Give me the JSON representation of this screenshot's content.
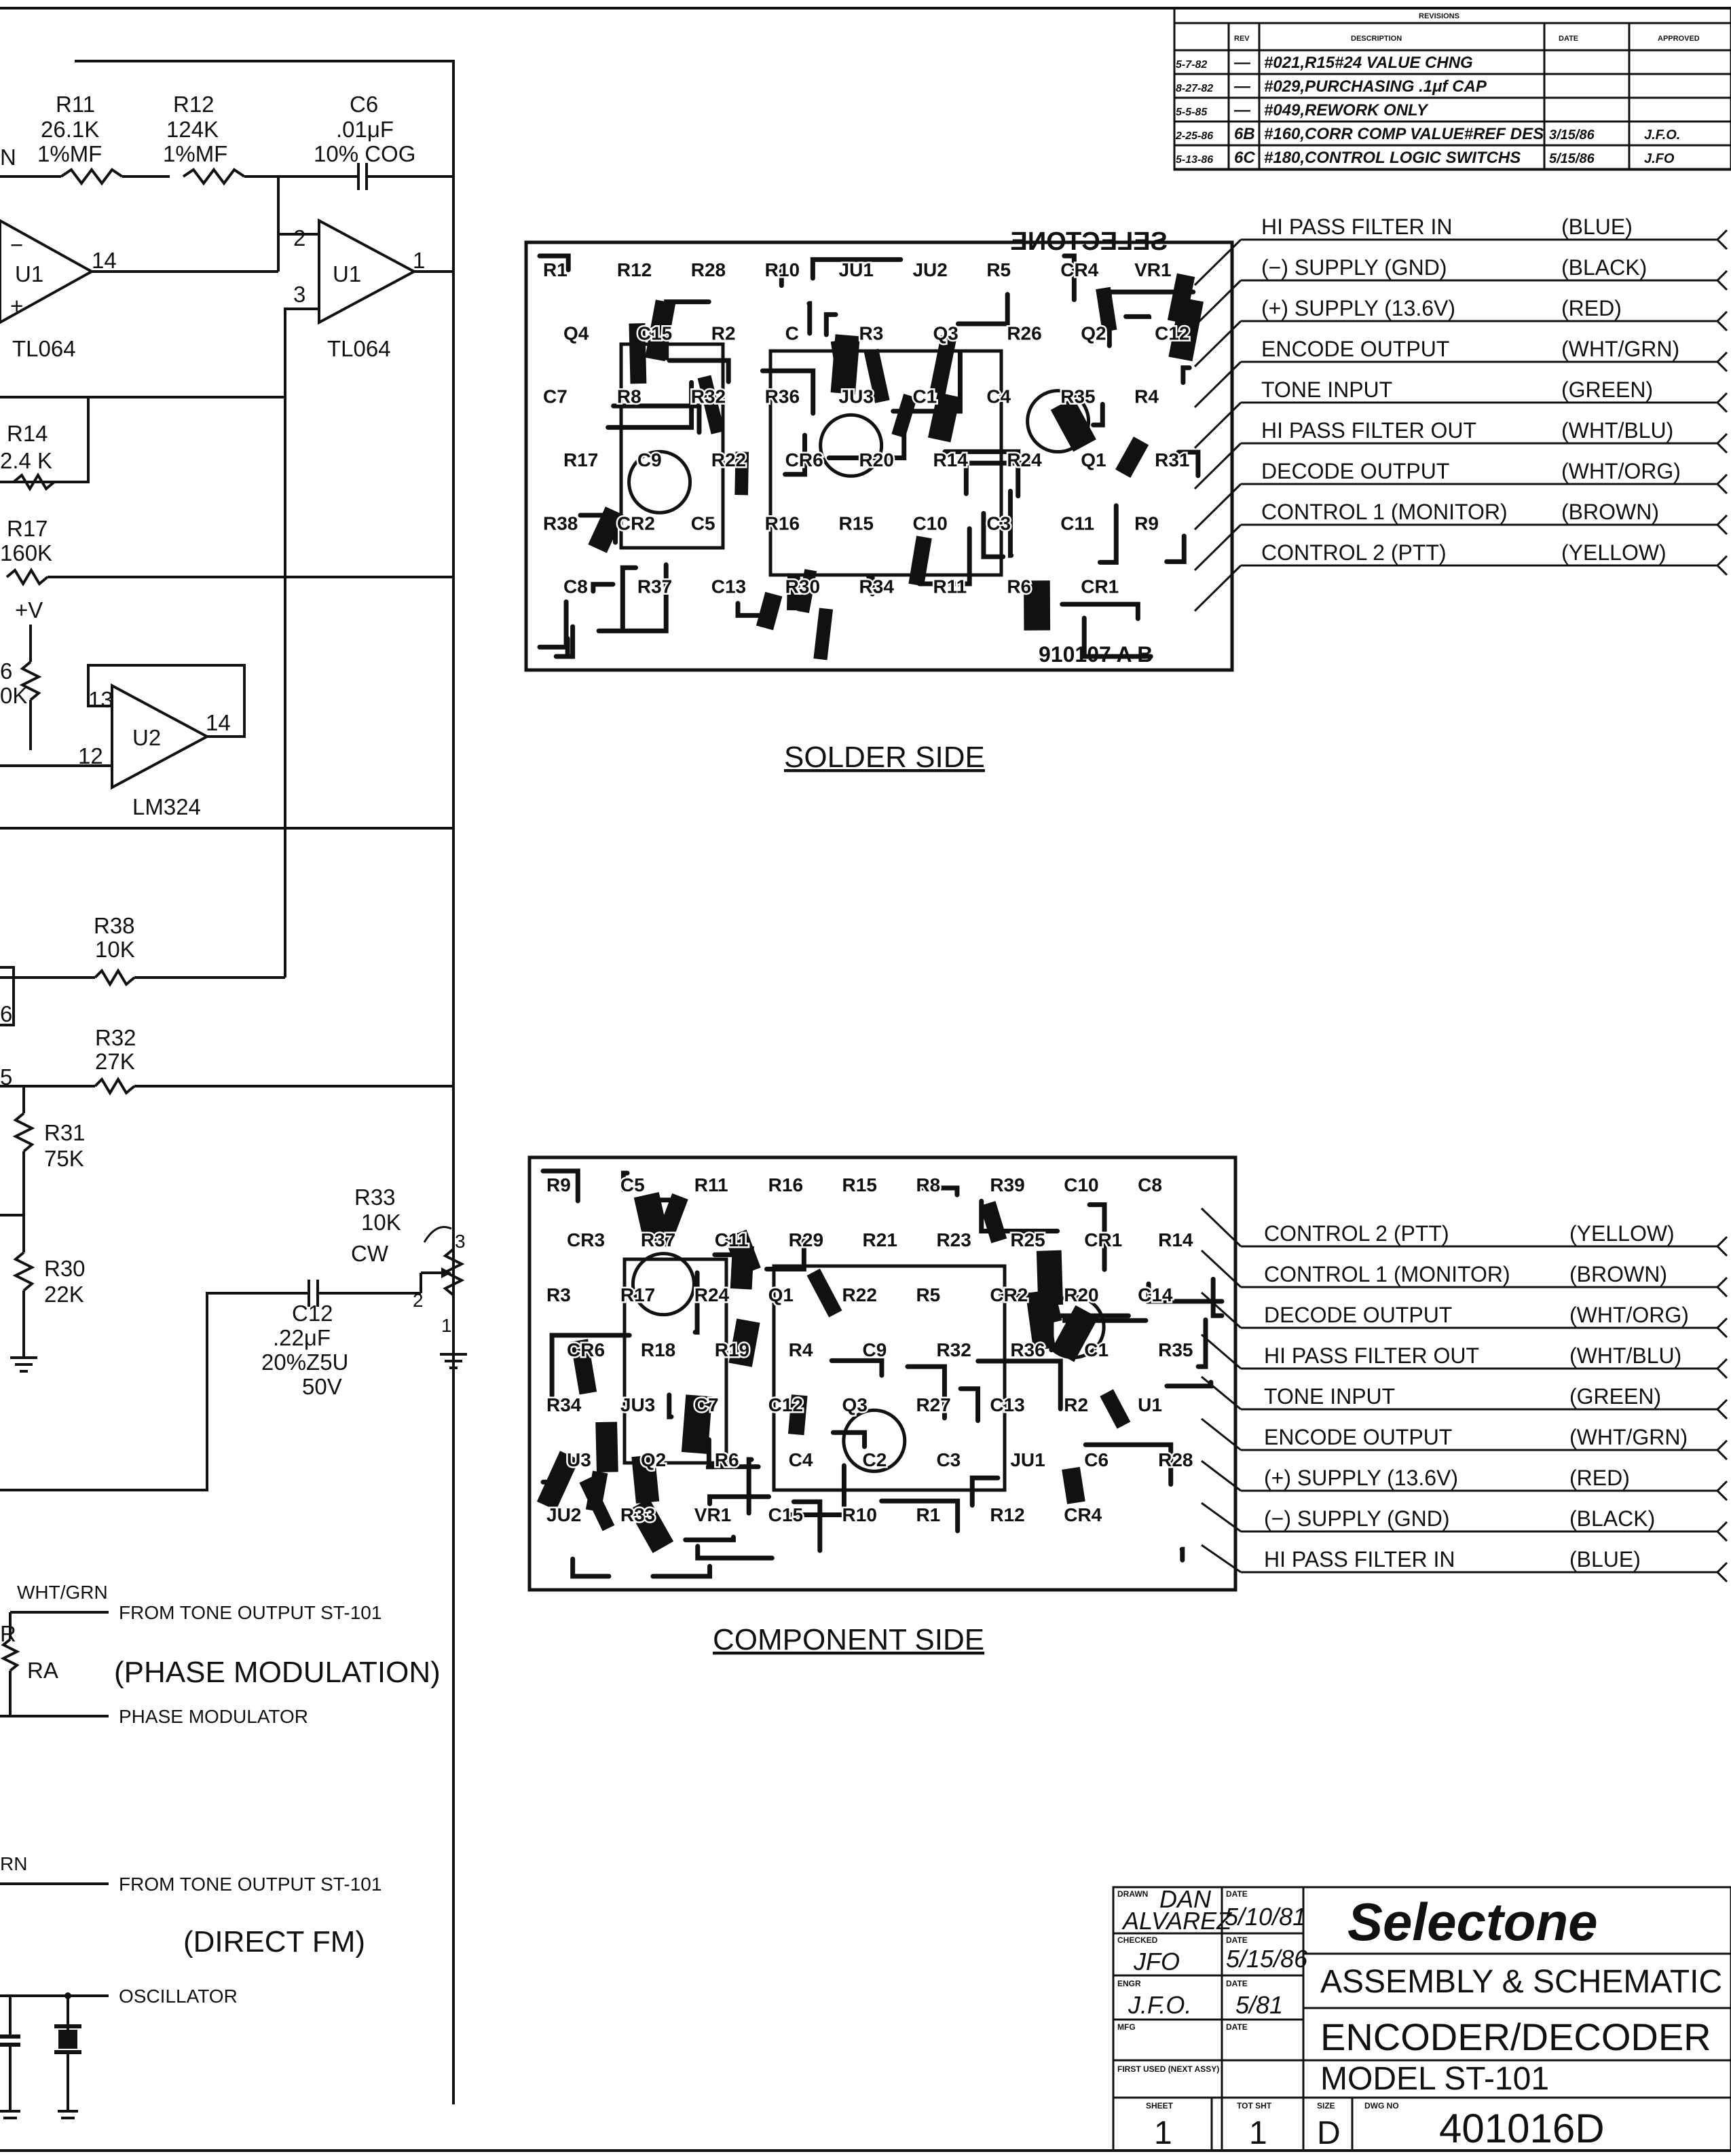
{
  "schematic": {
    "components": {
      "r11": {
        "ref": "R11",
        "value": "26.1K",
        "note": "1%MF"
      },
      "r12": {
        "ref": "R12",
        "value": "124K",
        "note": "1%MF"
      },
      "c6": {
        "ref": "C6",
        "value": ".01μF",
        "note": "10% COG"
      },
      "u1a": {
        "ref": "U1",
        "part": "TL064",
        "pin_out": "14",
        "pin_minus": "−",
        "pin_plus": "+"
      },
      "u1b": {
        "ref": "U1",
        "part": "TL064",
        "pin_out": "1",
        "pin_minus": "2",
        "pin_plus": "3"
      },
      "r14": {
        "ref": "R14",
        "value": "2.4 K"
      },
      "r17": {
        "ref": "R17",
        "value": "160K"
      },
      "supply": "+V",
      "r16_frag": {
        "ref": "6",
        "value": "0K"
      },
      "u2": {
        "ref": "U2",
        "part": "LM324",
        "pin_minus": "13",
        "pin_plus": "12",
        "pin_out": "14"
      },
      "r38": {
        "ref": "R38",
        "value": "10K"
      },
      "r32": {
        "ref": "R32",
        "value": "27K"
      },
      "r31": {
        "ref": "R31",
        "value": "75K"
      },
      "r30": {
        "ref": "R30",
        "value": "22K"
      },
      "r33": {
        "ref": "R33",
        "value": "10K",
        "cw": "CW",
        "pin1": "1",
        "pin2": "2",
        "pin3": "3"
      },
      "c12": {
        "ref": "C12",
        "value": ".22μF",
        "tol": "20%Z5U",
        "volt": "50V"
      },
      "frag_6": "6",
      "frag_5": "5",
      "frag_n": "N"
    },
    "phase_mod": {
      "wire": "WHT/GRN",
      "from": "FROM TONE OUTPUT ST-101",
      "resistor": "RA",
      "title": "(PHASE MODULATION)",
      "to": "PHASE MODULATOR",
      "frag": "R"
    },
    "direct_fm": {
      "wire": "RN",
      "from": "FROM TONE OUTPUT ST-101",
      "title": "(DIRECT FM)",
      "to": "OSCILLATOR"
    }
  },
  "revisions": {
    "title": "REVISIONS",
    "headers": [
      "",
      "REV",
      "DESCRIPTION",
      "DATE",
      "APPROVED"
    ],
    "rows": [
      {
        "date": "5-7-82",
        "rev": "—",
        "desc": "#021,R15#24 VALUE CHNG",
        "approved_date": "",
        "by": ""
      },
      {
        "date": "8-27-82",
        "rev": "—",
        "desc": "#029,PURCHASING .1μf CAP",
        "approved_date": "",
        "by": ""
      },
      {
        "date": "5-5-85",
        "rev": "—",
        "desc": "#049,REWORK ONLY",
        "approved_date": "",
        "by": ""
      },
      {
        "date": "2-25-86",
        "rev": "6B",
        "desc": "#160,CORR COMP VALUE#REF DES",
        "approved_date": "3/15/86",
        "by": "J.F.O."
      },
      {
        "date": "5-13-86",
        "rev": "6C",
        "desc": "#180,CONTROL LOGIC SWITCHS",
        "approved_date": "5/15/86",
        "by": "J.FO"
      }
    ]
  },
  "solder_side": {
    "heading": "SOLDER SIDE",
    "board_text": "SELECTONE",
    "board_pn": "910107 A B",
    "part_labels": [
      "R1",
      "R12",
      "R28",
      "R10",
      "JU1",
      "JU2",
      "R5",
      "CR4",
      "VR1",
      "Q4",
      "C15",
      "R2",
      "C",
      "R3",
      "Q3",
      "R26",
      "Q2",
      "C12",
      "C7",
      "R8",
      "R32",
      "R36",
      "JU3",
      "C1",
      "C4",
      "R35",
      "R4",
      "R17",
      "C9",
      "R22",
      "CR6",
      "R20",
      "R14",
      "R24",
      "Q1",
      "R31",
      "R38",
      "CR2",
      "C5",
      "R16",
      "R15",
      "C10",
      "C3",
      "C11",
      "R9",
      "C8",
      "R37",
      "C13",
      "R30",
      "R34",
      "R11",
      "R6",
      "CR1"
    ],
    "wires": [
      {
        "signal": "HI PASS FILTER IN",
        "color": "(BLUE)"
      },
      {
        "signal": "(−) SUPPLY (GND)",
        "color": "(BLACK)"
      },
      {
        "signal": "(+) SUPPLY (13.6V)",
        "color": "(RED)"
      },
      {
        "signal": "ENCODE OUTPUT",
        "color": "(WHT/GRN)"
      },
      {
        "signal": "TONE INPUT",
        "color": "(GREEN)"
      },
      {
        "signal": "HI PASS FILTER OUT",
        "color": "(WHT/BLU)"
      },
      {
        "signal": "DECODE OUTPUT",
        "color": "(WHT/ORG)"
      },
      {
        "signal": "CONTROL 1 (MONITOR)",
        "color": "(BROWN)"
      },
      {
        "signal": "CONTROL 2 (PTT)",
        "color": "(YELLOW)"
      }
    ]
  },
  "component_side": {
    "heading": "COMPONENT SIDE",
    "part_labels": [
      "R9",
      "C5",
      "R11",
      "R16",
      "R15",
      "R8",
      "R39",
      "C10",
      "C8",
      "CR3",
      "R37",
      "C11",
      "R29",
      "R21",
      "R23",
      "R25",
      "CR1",
      "R14",
      "R3",
      "R17",
      "R24",
      "Q1",
      "R22",
      "R5",
      "CR2",
      "R20",
      "C14",
      "CR6",
      "R18",
      "R19",
      "R4",
      "C9",
      "R32",
      "R36",
      "C1",
      "R35",
      "R34",
      "JU3",
      "C7",
      "C12",
      "Q3",
      "R27",
      "C13",
      "R2",
      "U1",
      "U3",
      "Q2",
      "R6",
      "C4",
      "C2",
      "C3",
      "JU1",
      "C6",
      "R28",
      "JU2",
      "R33",
      "VR1",
      "C15",
      "R10",
      "R1",
      "R12",
      "CR4"
    ],
    "wires": [
      {
        "signal": "CONTROL 2 (PTT)",
        "color": "(YELLOW)"
      },
      {
        "signal": "CONTROL 1 (MONITOR)",
        "color": "(BROWN)"
      },
      {
        "signal": "DECODE OUTPUT",
        "color": "(WHT/ORG)"
      },
      {
        "signal": "HI PASS FILTER OUT",
        "color": "(WHT/BLU)"
      },
      {
        "signal": "TONE INPUT",
        "color": "(GREEN)"
      },
      {
        "signal": "ENCODE OUTPUT",
        "color": "(WHT/GRN)"
      },
      {
        "signal": "(+) SUPPLY (13.6V)",
        "color": "(RED)"
      },
      {
        "signal": "(−) SUPPLY (GND)",
        "color": "(BLACK)"
      },
      {
        "signal": "HI PASS FILTER IN",
        "color": "(BLUE)"
      }
    ]
  },
  "title_block": {
    "drawn_label": "DRAWN",
    "drawn_by_1": "DAN",
    "drawn_by_2": "ALVAREZ",
    "date_label": "DATE",
    "drawn_date": "5/10/81",
    "checked_label": "CHECKED",
    "checked_by": "JFO",
    "checked_date": "5/15/86",
    "engr_label": "ENGR",
    "engr_by": "J.F.O.",
    "engr_date": "5/81",
    "mfg_label": "MFG",
    "first_used_label": "FIRST USED (NEXT ASSY)",
    "company": "Selectone",
    "title_1": "ASSEMBLY & SCHEMATIC",
    "title_2": "ENCODER/DECODER",
    "model": "MODEL ST-101",
    "sheet_label": "SHEET",
    "sheet": "1",
    "tot_label": "TOT SHT",
    "tot": "1",
    "size_label": "SIZE",
    "size": "D",
    "dwg_label": "DWG NO",
    "dwg_no": "401016D"
  }
}
